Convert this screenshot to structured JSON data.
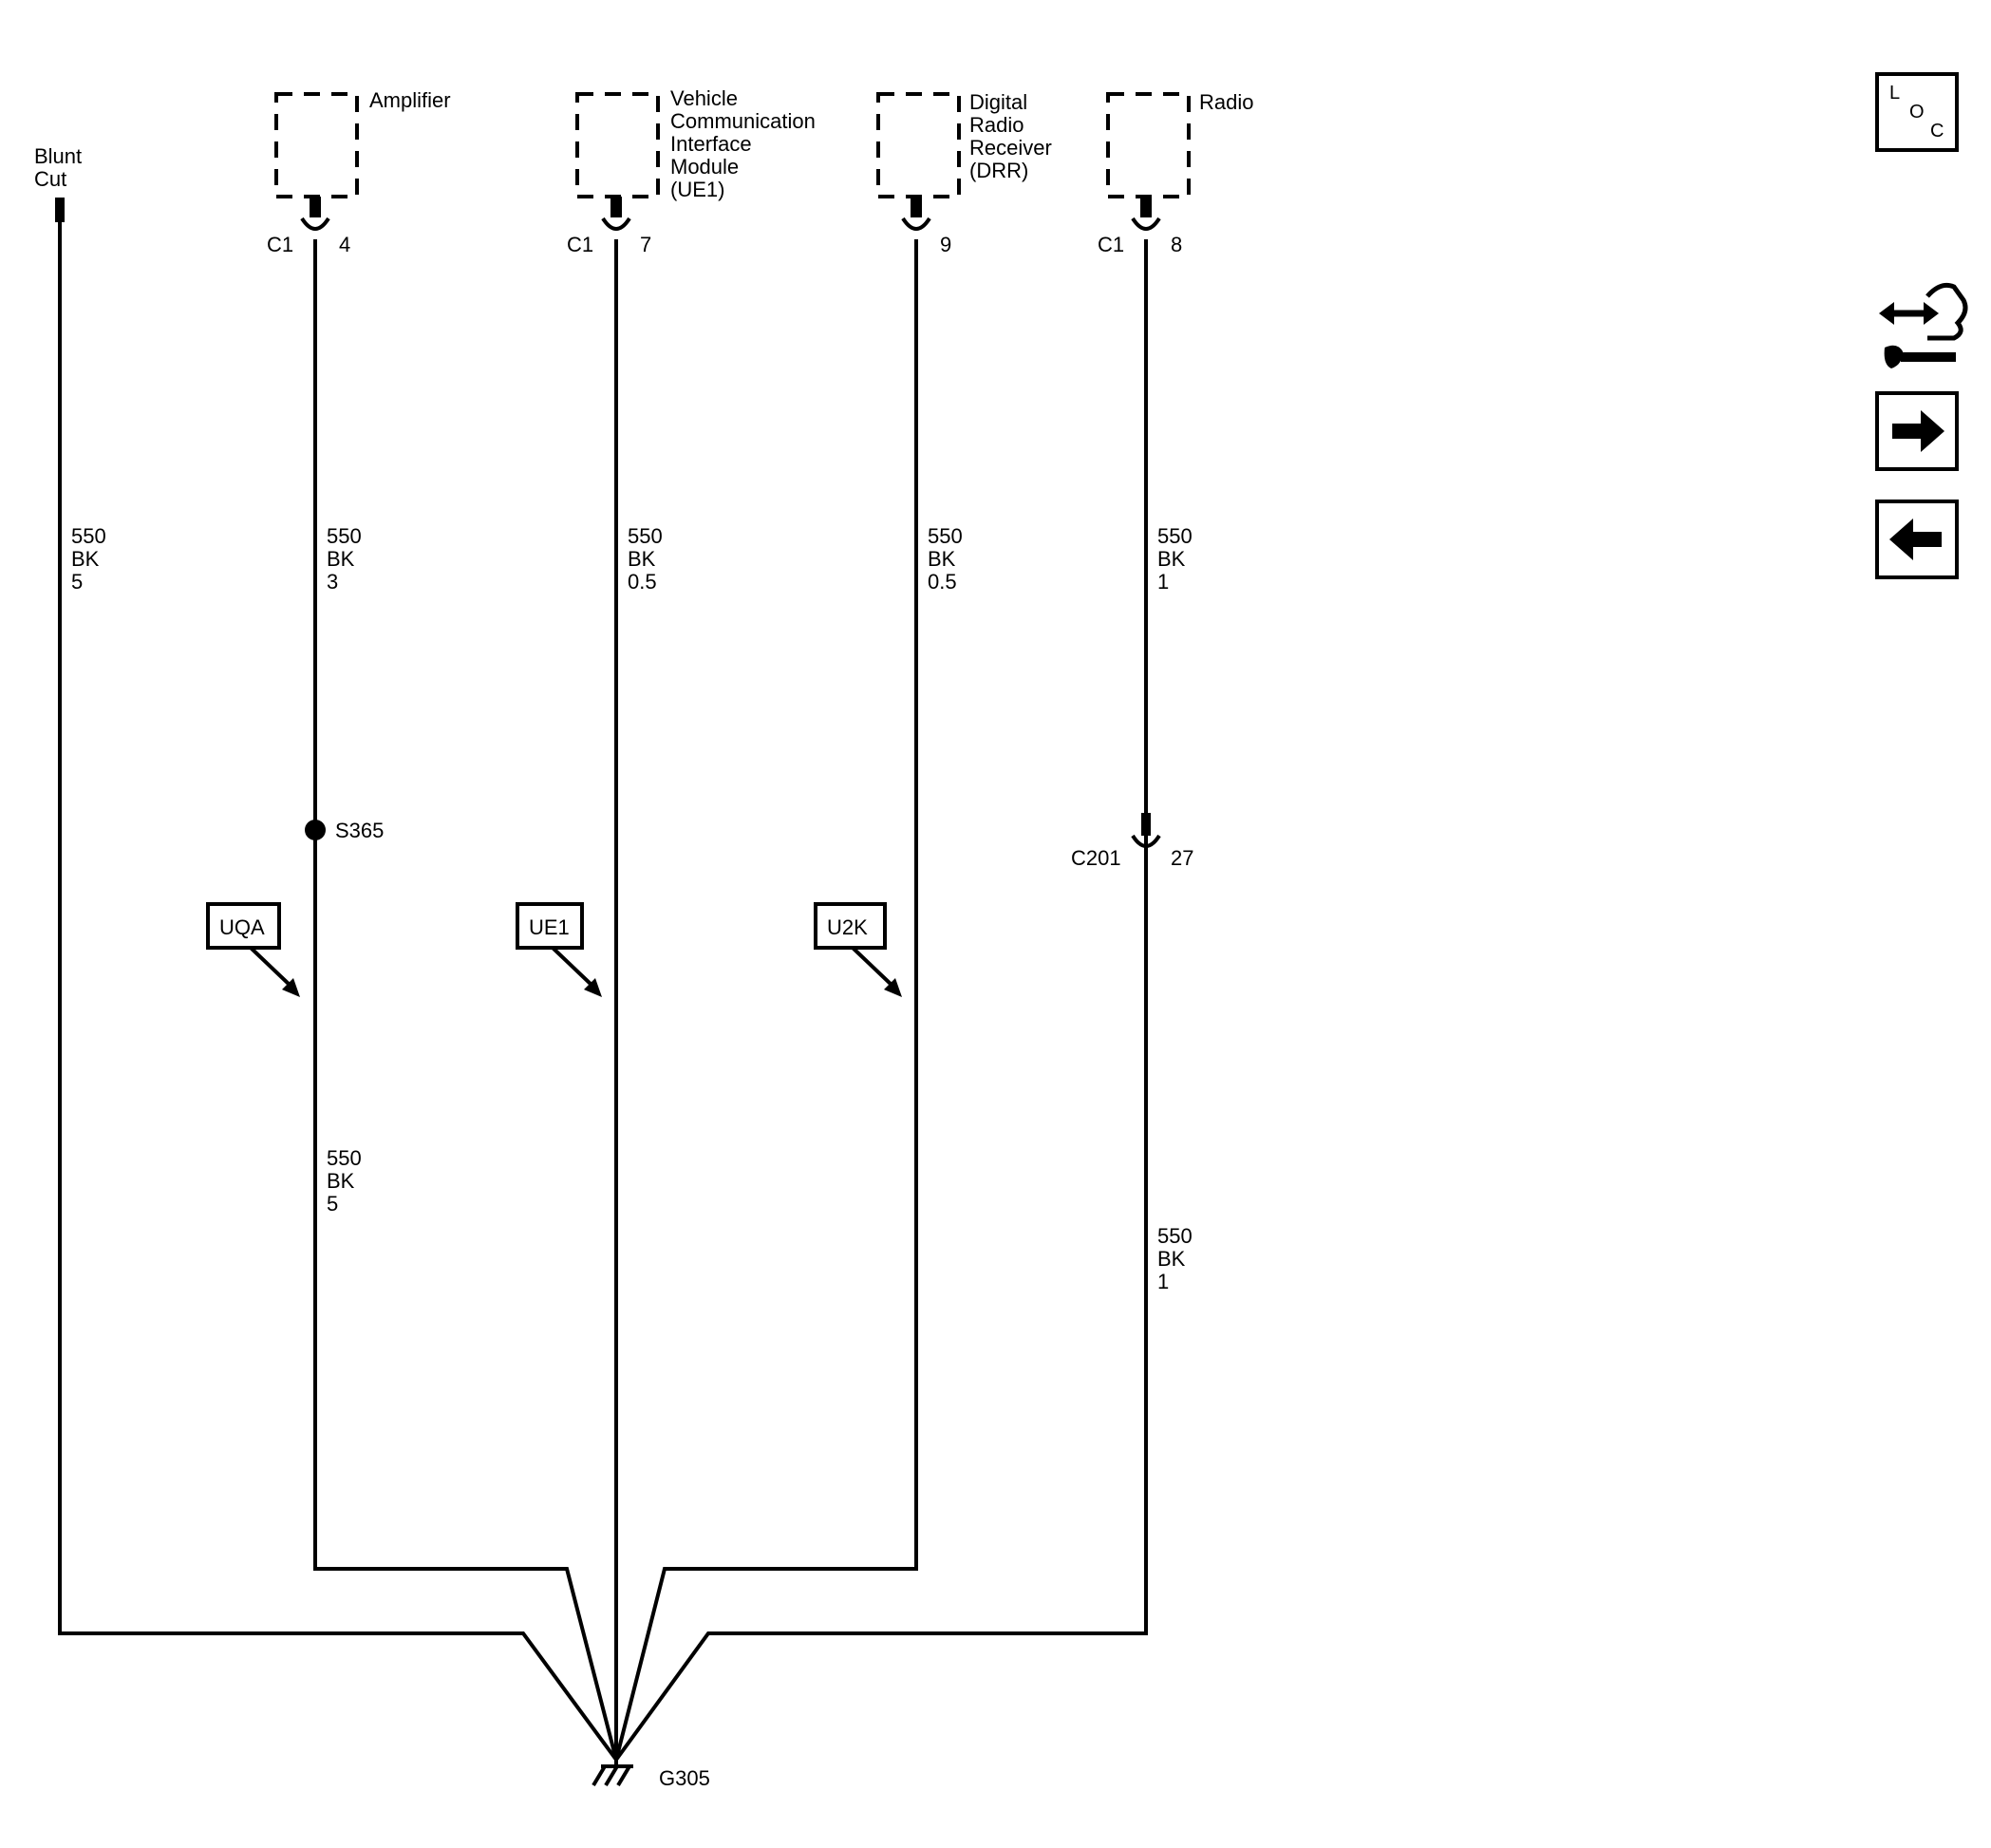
{
  "blunt_cut": {
    "line1": "Blunt",
    "line2": "Cut"
  },
  "components": {
    "amplifier": {
      "lines": [
        "Amplifier"
      ],
      "connector": "C1",
      "pin": "4"
    },
    "vcim": {
      "lines": [
        "Vehicle",
        "Communication",
        "Interface",
        "Module",
        "(UE1)"
      ],
      "connector": "C1",
      "pin": "7"
    },
    "drr": {
      "lines": [
        "Digital",
        "Radio",
        "Receiver",
        "(DRR)"
      ],
      "pin": "9"
    },
    "radio": {
      "lines": [
        "Radio"
      ],
      "connector": "C1",
      "pin": "8"
    }
  },
  "wires": {
    "blunt": {
      "circuit": "550",
      "color": "BK",
      "size": "5"
    },
    "amp_upper": {
      "circuit": "550",
      "color": "BK",
      "size": "3"
    },
    "amp_lower": {
      "circuit": "550",
      "color": "BK",
      "size": "5"
    },
    "vcim": {
      "circuit": "550",
      "color": "BK",
      "size": "0.5"
    },
    "drr": {
      "circuit": "550",
      "color": "BK",
      "size": "0.5"
    },
    "radio_upper": {
      "circuit": "550",
      "color": "BK",
      "size": "1"
    },
    "radio_lower": {
      "circuit": "550",
      "color": "BK",
      "size": "1"
    }
  },
  "splice": {
    "label": "S365"
  },
  "inline_connector": {
    "label": "C201",
    "pin": "27"
  },
  "option_tags": {
    "amp": "UQA",
    "vcim": "UE1",
    "drr": "U2K"
  },
  "ground": {
    "label": "G305"
  },
  "nav": {
    "loc": {
      "l": "L",
      "o": "O",
      "c": "C"
    }
  }
}
